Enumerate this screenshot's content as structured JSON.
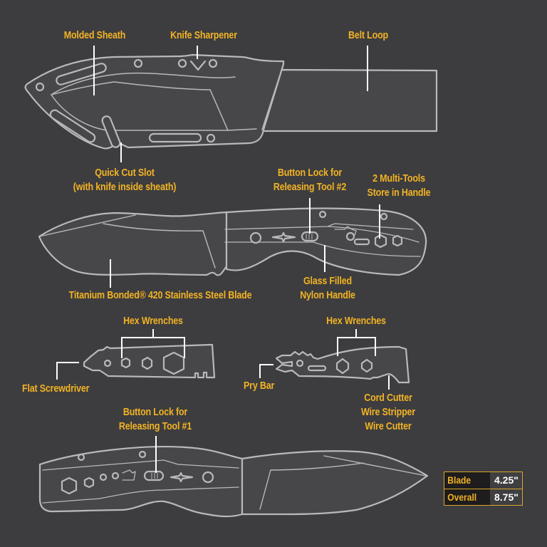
{
  "palette": {
    "background": "#3d3d3f",
    "label": "#f2b324",
    "outline": "#b9b9bb",
    "fill": "#474749",
    "leader": "#ffffff",
    "spec_border": "#d9a52a"
  },
  "sheath": {
    "labels": {
      "molded_sheath": "Molded Sheath",
      "knife_sharpener": "Knife Sharpener",
      "belt_loop": "Belt Loop",
      "quick_cut_line1": "Quick Cut Slot",
      "quick_cut_line2": "(with knife inside sheath)"
    }
  },
  "knife_right": {
    "labels": {
      "button_lock2_line1": "Button Lock for",
      "button_lock2_line2": "Releasing Tool #2",
      "multitools_line1": "2 Multi-Tools",
      "multitools_line2": "Store in Handle",
      "blade": "Titanium Bonded® 420 Stainless Steel Blade",
      "handle_line1": "Glass Filled",
      "handle_line2": "Nylon Handle"
    }
  },
  "tool1": {
    "labels": {
      "hex_wrenches": "Hex Wrenches",
      "flat_screwdriver": "Flat Screwdriver"
    }
  },
  "tool2": {
    "labels": {
      "hex_wrenches": "Hex Wrenches",
      "pry_bar": "Pry Bar",
      "cutter_line1": "Cord Cutter",
      "cutter_line2": "Wire Stripper",
      "cutter_line3": "Wire Cutter"
    }
  },
  "knife_left": {
    "labels": {
      "button_lock1_line1": "Button Lock for",
      "button_lock1_line2": "Releasing Tool #1"
    }
  },
  "specs": {
    "rows": [
      {
        "label": "Blade",
        "value": "4.25\""
      },
      {
        "label": "Overall",
        "value": "8.75\""
      }
    ]
  }
}
